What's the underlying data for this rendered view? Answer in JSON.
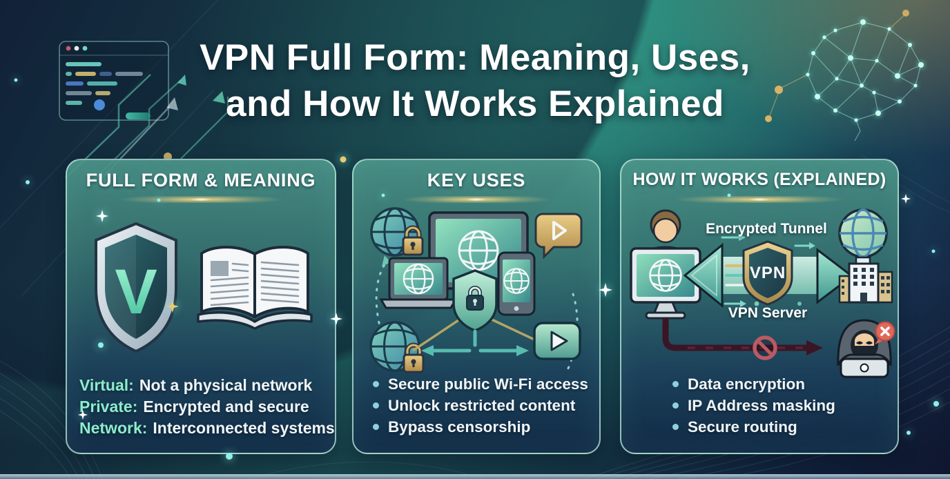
{
  "title": {
    "line1": "VPN Full Form: Meaning, Uses,",
    "line2": "and How It Works Explained"
  },
  "cards": [
    {
      "id": "full-form-meaning",
      "heading": "FULL FORM & MEANING",
      "shield_letter": "V",
      "terms": [
        {
          "term": "Virtual:",
          "desc": "Not a physical network"
        },
        {
          "term": "Private:",
          "desc": "Encrypted and secure"
        },
        {
          "term": "Network:",
          "desc": "Interconnected systems"
        }
      ]
    },
    {
      "id": "key-uses",
      "heading": "KEY USES",
      "bullets": [
        "Secure public Wi-Fi access",
        "Unlock restricted content",
        "Bypass censorship"
      ]
    },
    {
      "id": "how-it-works",
      "heading": "HOW IT WORKS (EXPLAINED)",
      "labels": {
        "tunnel": "Encrypted Tunnel",
        "vpn_badge": "VPN",
        "server": "VPN Server"
      },
      "bullets": [
        "Data encryption",
        "IP Address masking",
        "Secure routing"
      ]
    }
  ],
  "icons": {
    "card_full_form": [
      "shield-v-icon",
      "open-book-icon"
    ],
    "card_key_uses": [
      "globe-lock-icon",
      "desktop-globe-icon",
      "chat-play-icon",
      "laptop-globe-icon",
      "phone-globe-icon",
      "shield-lock-icon",
      "play-button-icon",
      "flow-arrow-icons"
    ],
    "card_how_it_works": [
      "user-icon",
      "desktop-globe-icon",
      "tunnel-arrow-icons",
      "vpn-shield-icon",
      "globe-building-icon",
      "buildings-icon",
      "blocked-sign-icon",
      "hacker-icon",
      "x-bubble-icon"
    ],
    "background": [
      "code-window-icon",
      "circuit-arrow-icons",
      "neural-brain-icon",
      "wave-line-decor",
      "sparkle-icons"
    ]
  },
  "colors": {
    "accent_mint": "#8DECCB",
    "accent_gold": "#E2C468",
    "bullet_dot": "#8FD0DA",
    "card_border": "#BAE8DD",
    "title_text": "#FFFFFF",
    "bg_teal": "#278074",
    "bg_navy": "#16273F"
  }
}
